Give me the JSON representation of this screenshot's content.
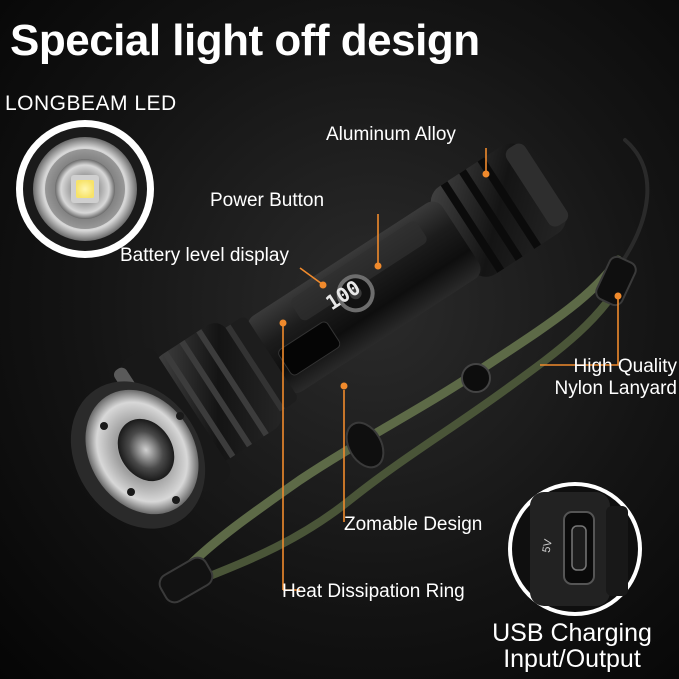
{
  "headline": "Special light off design",
  "led_label": "LONGBEAM LED",
  "callouts": {
    "aluminum": "Aluminum Alloy",
    "power": "Power Button",
    "battery": "Battery level display",
    "lanyard_line1": "High Quality",
    "lanyard_line2": "Nylon Lanyard",
    "zoom": "Zomable Design",
    "heat": "Heat Dissipation Ring"
  },
  "usb": {
    "line1": "USB Charging",
    "line2": "Input/Output",
    "port_mark": "5V"
  },
  "display_readout": "100",
  "colors": {
    "background": "#111111",
    "text": "#ffffff",
    "leader_line": "#f08a2c",
    "led_yellow": "#f7e36a",
    "lanyard_green": "#5d6a47",
    "body_black": "#1b1b1b"
  }
}
